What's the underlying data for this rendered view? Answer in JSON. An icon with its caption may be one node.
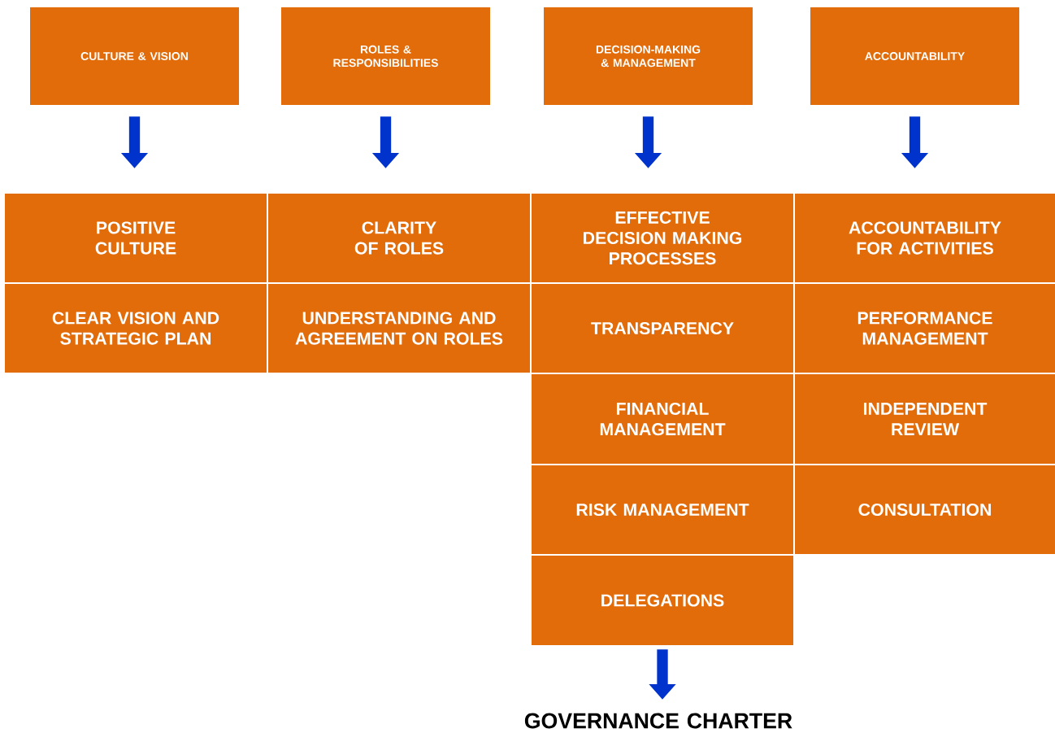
{
  "diagram": {
    "nodes": [
      {
        "text": [
          "CULTURE & VISION"
        ]
      },
      {
        "text": [
          "ROLES & RESPONSIBILITIES"
        ]
      },
      {
        "text": [
          "DECISION-MAKING & MANAGEMENT"
        ]
      },
      {
        "text": [
          "ACCOUNTABILITY"
        ]
      },
      {
        "text": [
          "POSITIVE CULTURE"
        ]
      },
      {
        "text": [
          "CLARITY OF ROLES"
        ]
      },
      {
        "text": [
          "EFFECTIVE DECISION MAKING PROCESSES"
        ]
      },
      {
        "text": [
          "ACCOUNTABILITY FOR ACTIVITIES"
        ]
      },
      {
        "text": [
          "CLEAR VISION AND STRATEGIC PLAN"
        ]
      },
      {
        "text": [
          "UNDERSTANDING AND AGREEMENT ON ROLES"
        ]
      },
      {
        "text": [
          "TRANSPARENCY"
        ]
      },
      {
        "text": [
          "PERFORMANCE MANAGEMENT"
        ]
      },
      {
        "text": [
          "FINANCIAL MANAGEMENT"
        ]
      },
      {
        "text": [
          "INDEPENDENT REVIEW"
        ]
      },
      {
        "text": [
          "RISK MANAGEMENT"
        ]
      },
      {
        "text": [
          "CONSULTATION"
        ]
      },
      {
        "text": [
          "DELEGATIONS"
        ]
      },
      {
        "text": [
          "GOVERNANCE CHARTER"
        ]
      }
    ],
    "edges": [
      {
        "from": 0,
        "to": 4,
        "arrow": "to"
      },
      {
        "from": 1,
        "to": 5,
        "arrow": "to"
      },
      {
        "from": 2,
        "to": 6,
        "arrow": "to"
      },
      {
        "from": 3,
        "to": 7,
        "arrow": "to"
      },
      {
        "from": 16,
        "to": 17,
        "arrow": "to"
      }
    ]
  }
}
